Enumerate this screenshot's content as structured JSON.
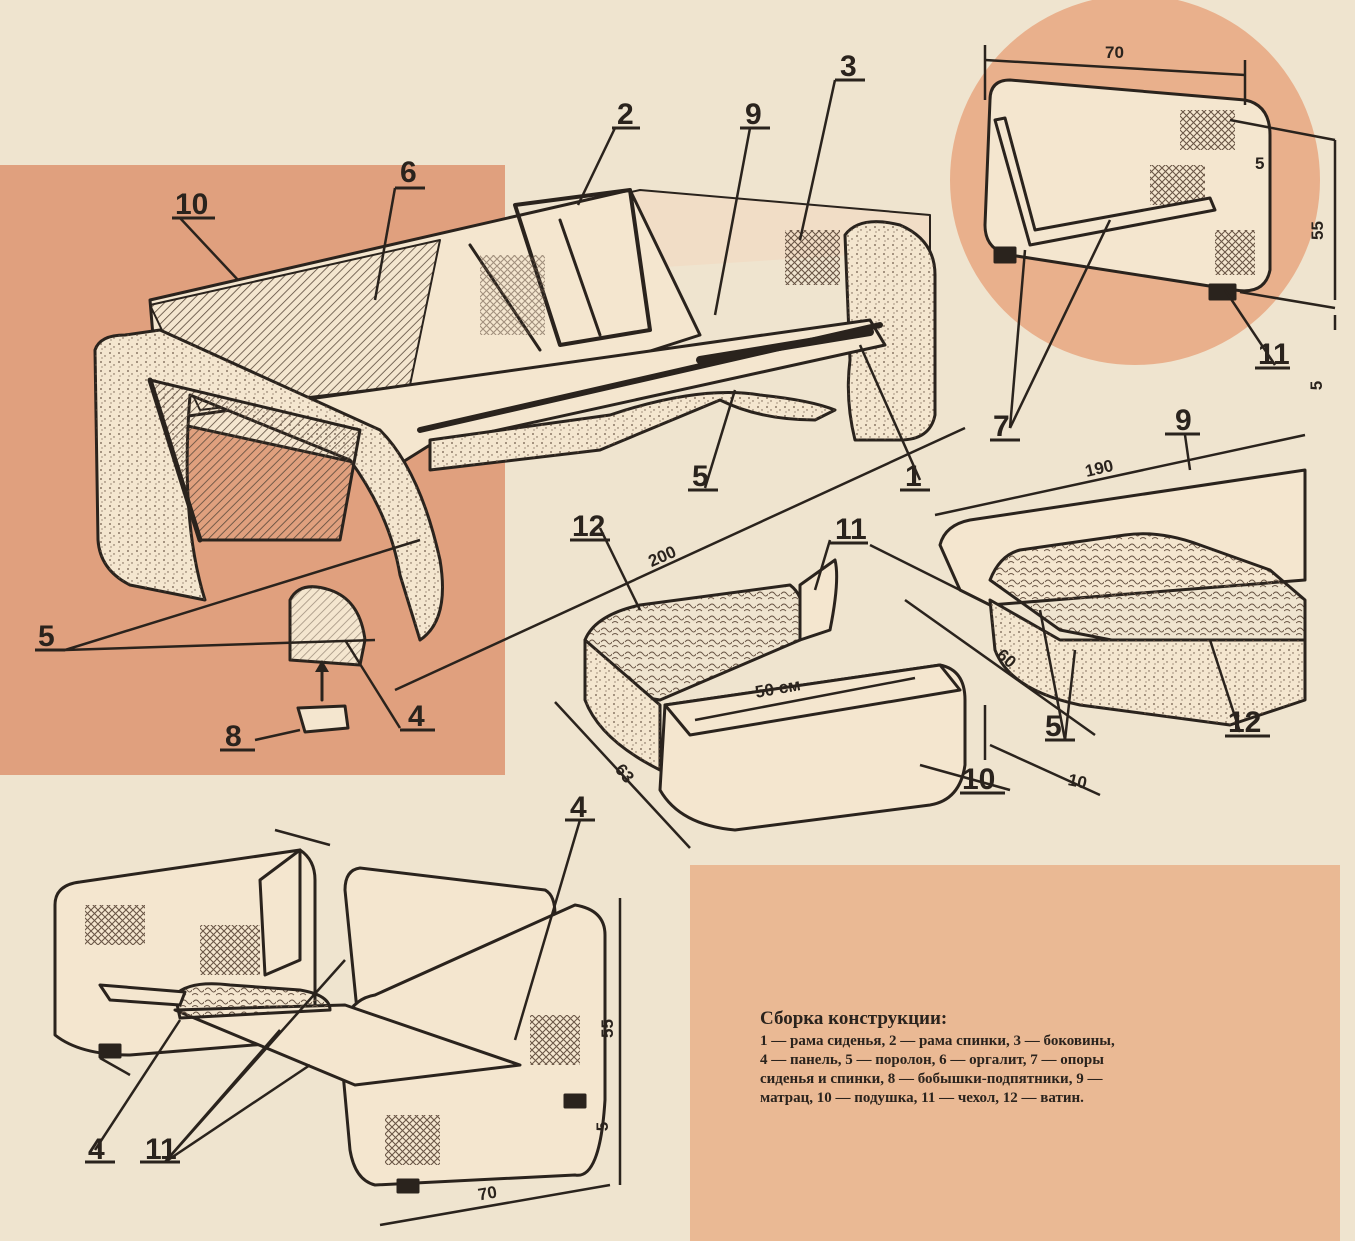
{
  "callouts": {
    "n1": "1",
    "n2": "2",
    "n3": "3",
    "n4a": "4",
    "n4b": "4",
    "n4c": "4",
    "n5a": "5",
    "n5b": "5",
    "n5c": "5",
    "n6": "6",
    "n7": "7",
    "n8": "8",
    "n9a": "9",
    "n9b": "9",
    "n10a": "10",
    "n10b": "10",
    "n11a": "11",
    "n11b": "11",
    "n11c": "11",
    "n12a": "12",
    "n12b": "12"
  },
  "dimensions": {
    "sofa_length": "200",
    "circle_width": "70",
    "circle_height": "55",
    "circle_gap": "5",
    "circle_foot": "5",
    "mattress_length": "190",
    "mattress_depth": "60",
    "pillow_width": "50 см",
    "pillow_depth": "63",
    "pillow_thickness": "10",
    "chair_height": "55",
    "chair_foot": "5",
    "chair_width": "70"
  },
  "legend": {
    "title": "Сборка конструкции:",
    "lines": [
      "1 — рама сиденья, 2 — рама спинки, 3 — боковины,",
      "4 — панель, 5 — поролон, 6 — оргалит, 7 — опоры",
      "сиденья и спинки, 8 — бобышки-подпятники, 9 —",
      "матрац, 10 — подушка, 11 — чехол, 12 — ватин."
    ]
  },
  "colors": {
    "paper": "#efe4cf",
    "terracotta": "#e0a07e",
    "peach": "#eab994",
    "ink": "#2a231d",
    "cushion": "#f4e6cf"
  }
}
